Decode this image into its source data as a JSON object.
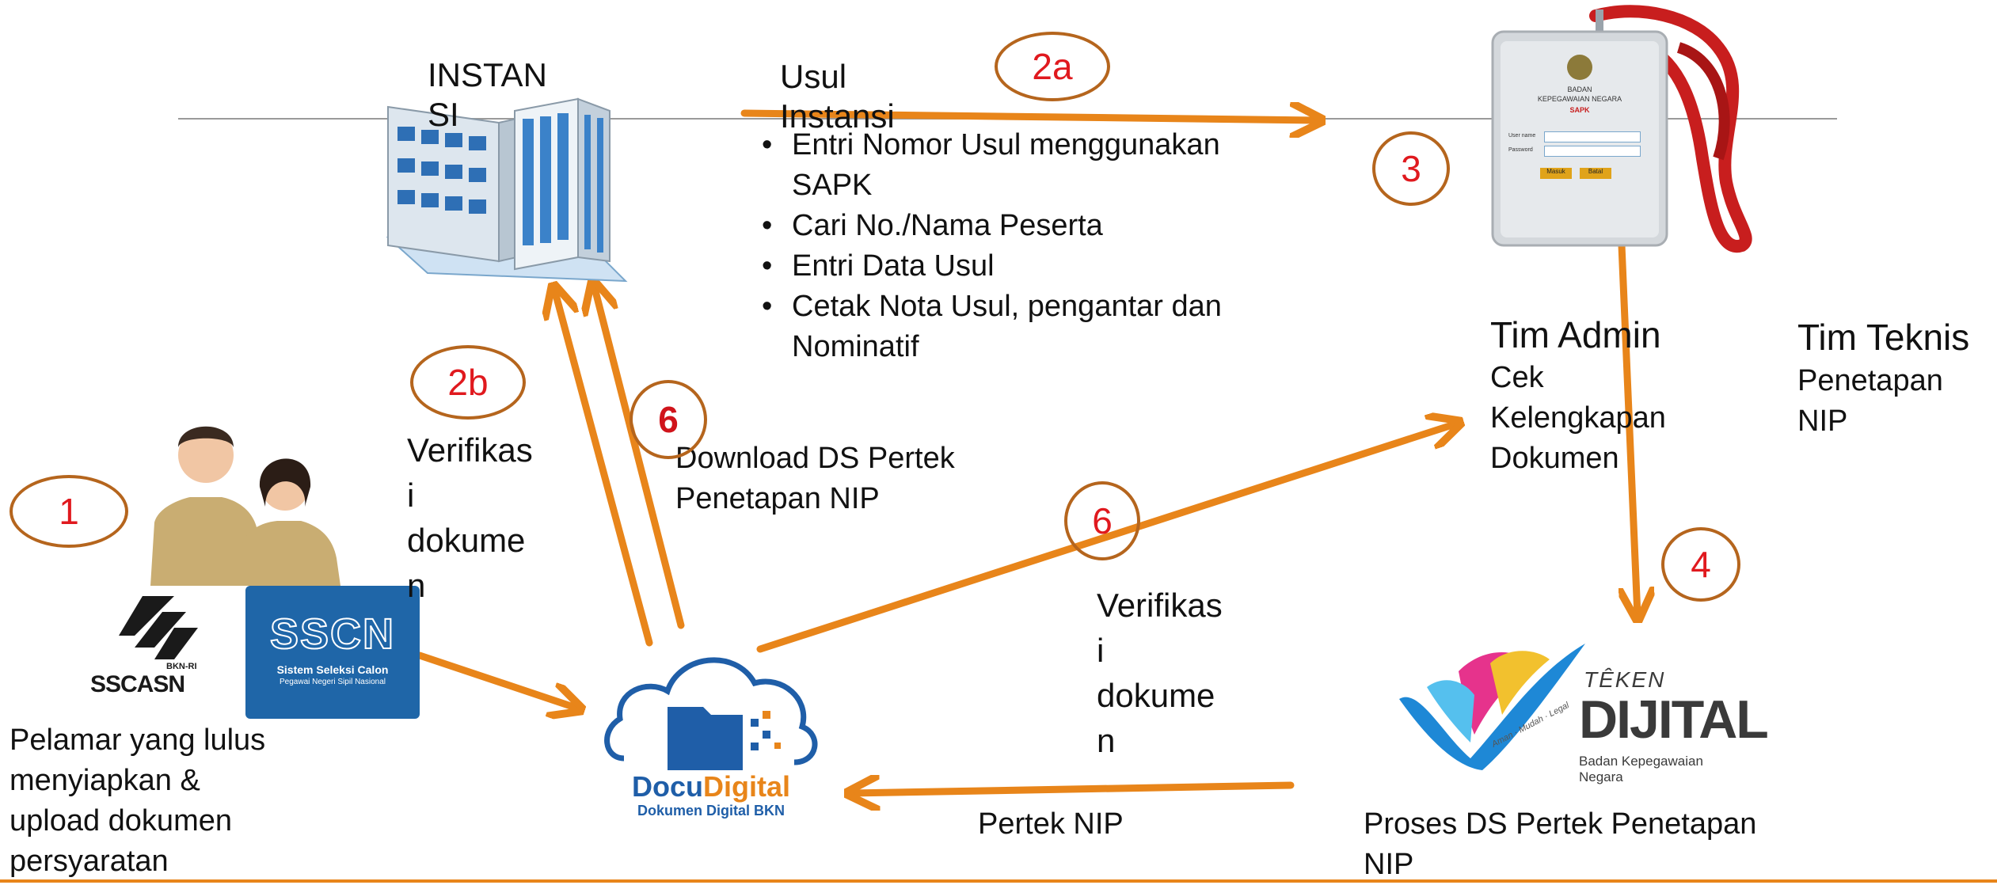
{
  "colors": {
    "arrow": "#e8851a",
    "step_border": "#b5651d",
    "step_text": "#e0191e",
    "bottom_line": "#e8851a"
  },
  "nodes": {
    "instansi": {
      "title": "INSTAN\nSI",
      "icon": "office-building-icon"
    },
    "usul_instansi": {
      "title": "Usul\n    Instansi",
      "bullets": [
        "Entri Nomor Usul menggunakan SAPK",
        "Cari No./Nama Peserta",
        "Entri Data Usul",
        "Cetak  Nota Usul, pengantar dan Nominatif"
      ]
    },
    "sapk": {
      "icon": "sapk-id-card-icon",
      "card_line1": "BADAN",
      "card_line2": "KEPEGAWAIAN NEGARA",
      "card_line3": "SAPK",
      "field1": "User name",
      "field2": "Password",
      "btn1": "Masuk",
      "btn2": "Batal"
    },
    "tim_admin": {
      "title": "Tim Admin",
      "body": "Cek\nKelengkapan\nDokumen"
    },
    "tim_teknis": {
      "title": "Tim Teknis",
      "body": "Penetapan\nNIP"
    },
    "pelamar": {
      "icon": "applicants-icon",
      "text": "Pelamar yang lulus\nmenyiapkan &\nupload dokumen\npersyaratan"
    },
    "sscasn": {
      "label_top": "BKN-RI",
      "label": "SSCASN"
    },
    "sscn": {
      "label": "SSCN",
      "sub1": "Sistem Seleksi Calon",
      "sub2": "Pegawai Negeri Sipil Nasional"
    },
    "verifikasi_left": "Verifikas\ni\ndokume\nn",
    "download": "Download DS Pertek\nPenetapan NIP",
    "docudigital": {
      "name1": "Docu",
      "name2": "Digital",
      "sub": "Dokumen Digital BKN"
    },
    "verifikasi_right": "Verifikas\ni\ndokume\nn",
    "teken": {
      "line1": "TÊKEN",
      "line2": "DIJITAL",
      "sub": "Badan Kepegawaian Negara",
      "script": "Aman · Mudah · Legal"
    },
    "pertek_nip": "Pertek NIP",
    "proses_ds": "Proses DS Pertek Penetapan\nNIP"
  },
  "steps": {
    "s1": "1",
    "s2a": "2a",
    "s2b": "2b",
    "s3": "3",
    "s4": "4",
    "s6a": "6",
    "s6b": "6"
  }
}
